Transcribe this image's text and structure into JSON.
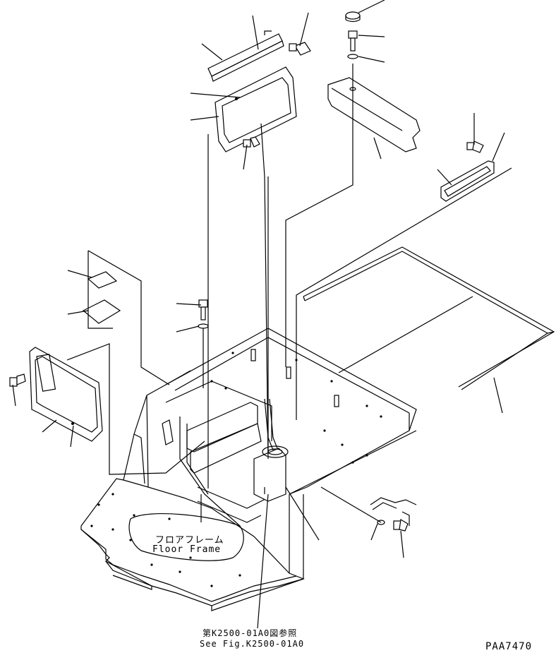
{
  "floor_label_jp": "フロアフレーム",
  "floor_label_en": "Floor Frame",
  "ref_label_jp": "第K2500-01A0図参照",
  "ref_label_en": "See Fig.K2500-01A0",
  "drawing_id": "PAA7470",
  "colors": {
    "ink": "#000000",
    "paper": "#ffffff"
  }
}
